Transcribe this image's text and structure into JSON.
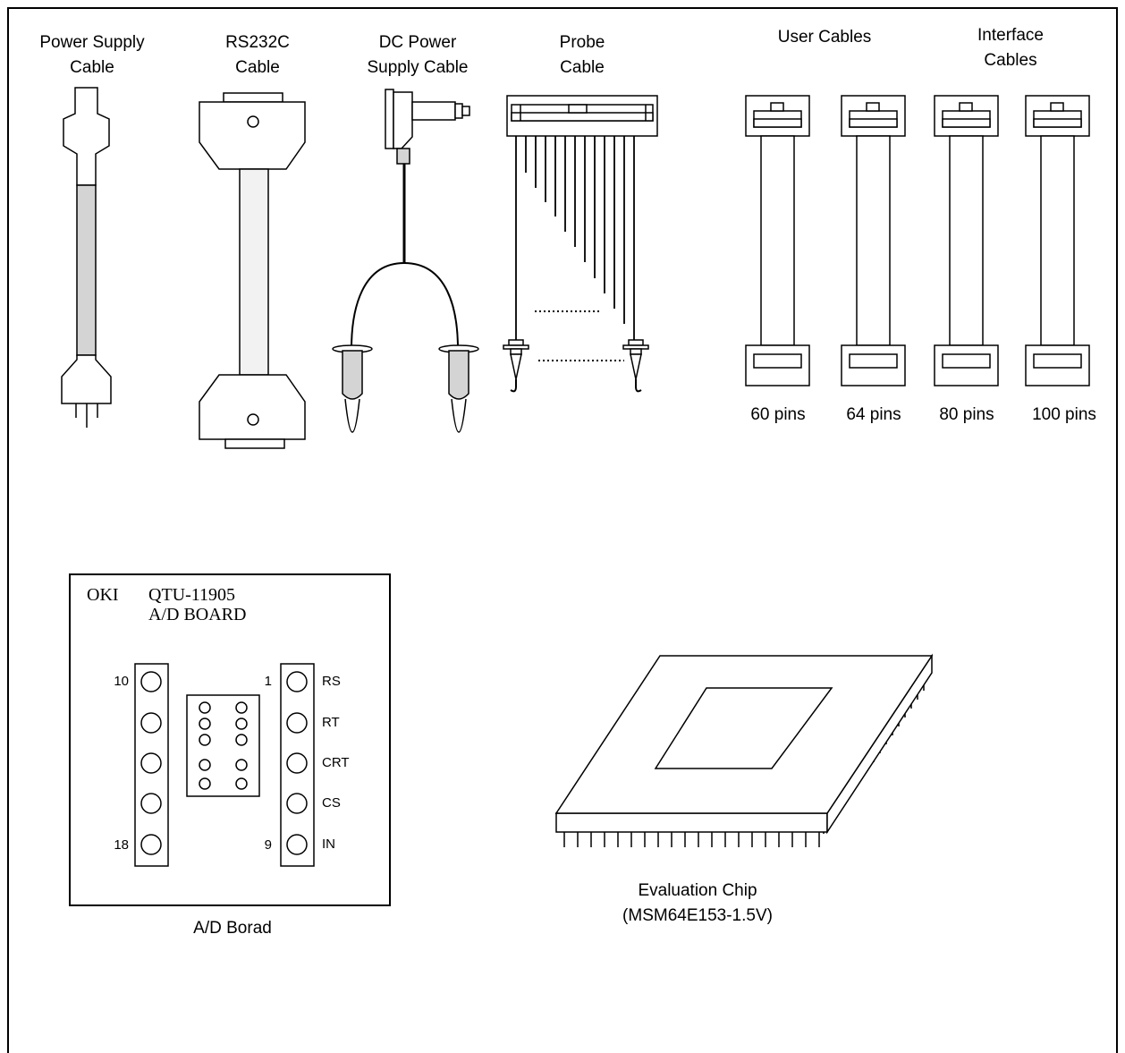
{
  "cables": {
    "power_supply": [
      "Power Supply",
      "Cable"
    ],
    "rs232c": [
      "RS232C",
      "Cable"
    ],
    "dc_power": [
      "DC Power",
      "Supply Cable"
    ],
    "probe": [
      "Probe",
      "Cable"
    ],
    "user": "User Cables",
    "interface": [
      "Interface",
      "Cables"
    ],
    "pins": [
      "60 pins",
      "64 pins",
      "80 pins",
      "100 pins"
    ]
  },
  "ad_board": {
    "maker": "OKI",
    "model": "QTU-11905",
    "name": "A/D BOARD",
    "left_pins": [
      "10",
      "18"
    ],
    "right_pins": [
      "1",
      "9"
    ],
    "signals": [
      "RS",
      "RT",
      "CRT",
      "CS",
      "IN"
    ],
    "caption": "A/D Borad"
  },
  "chip": {
    "caption": [
      "Evaluation Chip",
      "(MSM64E153-1.5V)"
    ]
  }
}
